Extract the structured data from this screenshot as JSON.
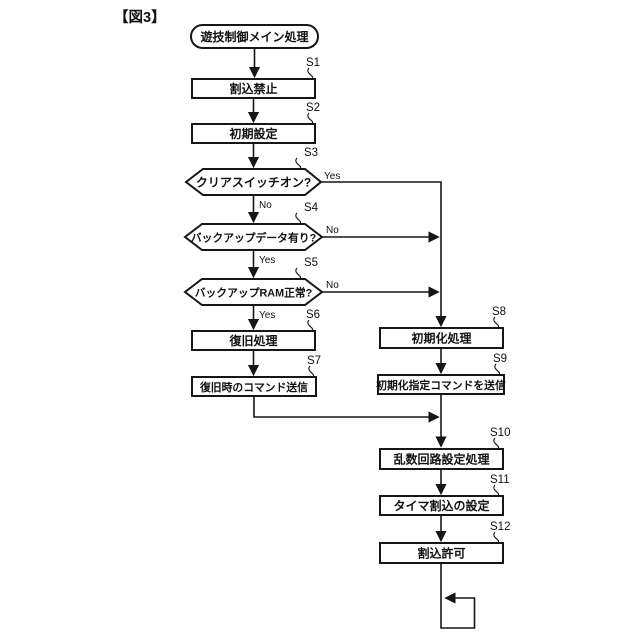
{
  "figure": {
    "title": "【図3】",
    "ink_color": "#161616",
    "background_color": "#ffffff"
  },
  "nodes": {
    "start": {
      "label": "遊技制御メイン処理",
      "type": "terminal"
    },
    "s1": {
      "step": "S1",
      "label": "割込禁止",
      "type": "process"
    },
    "s2": {
      "step": "S2",
      "label": "初期設定",
      "type": "process"
    },
    "s3": {
      "step": "S3",
      "label": "クリアスイッチオン?",
      "type": "decision",
      "yes": "Yes",
      "no": "No"
    },
    "s4": {
      "step": "S4",
      "label": "バックアップデータ有り?",
      "type": "decision",
      "yes": "Yes",
      "no": "No"
    },
    "s5": {
      "step": "S5",
      "label": "バックアップRAM正常?",
      "type": "decision",
      "yes": "Yes",
      "no": "No"
    },
    "s6": {
      "step": "S6",
      "label": "復旧処理",
      "type": "process"
    },
    "s7": {
      "step": "S7",
      "label": "復旧時のコマンド送信",
      "type": "process"
    },
    "s8": {
      "step": "S8",
      "label": "初期化処理",
      "type": "process"
    },
    "s9": {
      "step": "S9",
      "label": "初期化指定コマンドを送信",
      "type": "process"
    },
    "s10": {
      "step": "S10",
      "label": "乱数回路設定処理",
      "type": "process"
    },
    "s11": {
      "step": "S11",
      "label": "タイマ割込の設定",
      "type": "process"
    },
    "s12": {
      "step": "S12",
      "label": "割込許可",
      "type": "process"
    }
  },
  "edges": [
    {
      "from": "start",
      "to": "S1"
    },
    {
      "from": "S1",
      "to": "S2"
    },
    {
      "from": "S2",
      "to": "S3"
    },
    {
      "from": "S3",
      "to": "S8",
      "label": "Yes"
    },
    {
      "from": "S3",
      "to": "S4",
      "label": "No"
    },
    {
      "from": "S4",
      "to": "S8",
      "label": "No"
    },
    {
      "from": "S4",
      "to": "S5",
      "label": "Yes"
    },
    {
      "from": "S5",
      "to": "S8",
      "label": "No"
    },
    {
      "from": "S5",
      "to": "S6",
      "label": "Yes"
    },
    {
      "from": "S6",
      "to": "S7"
    },
    {
      "from": "S7",
      "to": "S10"
    },
    {
      "from": "S8",
      "to": "S9"
    },
    {
      "from": "S9",
      "to": "S10"
    },
    {
      "from": "S10",
      "to": "S11"
    },
    {
      "from": "S11",
      "to": "S12"
    },
    {
      "from": "S12",
      "to": "loop-back"
    }
  ]
}
